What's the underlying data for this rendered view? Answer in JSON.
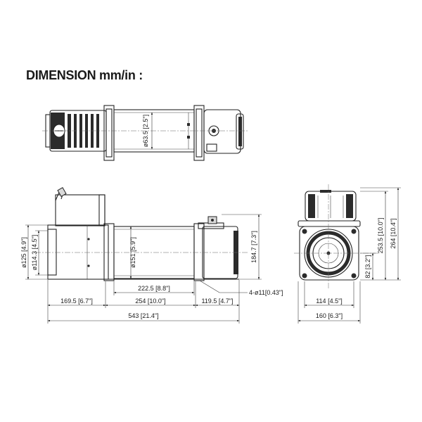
{
  "title": "DIMENSION mm/in :",
  "dimensions": {
    "top_drum_dia": "ø63.5 [2.5\"]",
    "side_mount_dia": "ø125 [4.9\"]",
    "side_flange_dia": "ø114.3 [4.5\"]",
    "drum_dia": "ø151 [5.9\"]",
    "side_height": "184.7 [7.3\"]",
    "drum_length": "222.5 [8.8\"]",
    "bolt_holes": "4-ø11[0.43\"]",
    "motor_length": "169.5 [6.7\"]",
    "bolt_spacing": "254 [10.0\"]",
    "gearbox_length": "119.5 [4.7\"]",
    "overall_length": "543 [21.4\"]",
    "end_height_mount": "253.5 [10.0\"]",
    "end_height_overall": "264 [10.4\"]",
    "end_center_height": "82 [3.2\"]",
    "end_bolt_width": "114 [4.5\"]",
    "end_overall_width": "160 [6.3\"]"
  }
}
